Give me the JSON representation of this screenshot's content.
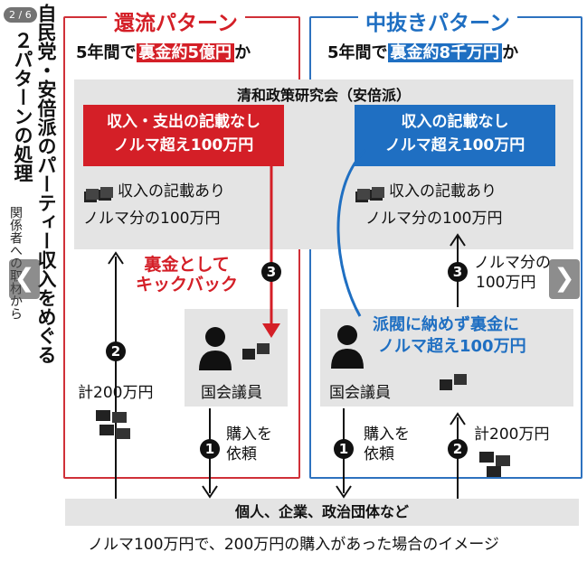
{
  "viewer": {
    "counter": "2 / 6",
    "prev": "❮",
    "next": "❯"
  },
  "title": {
    "line1": "自民党・安倍派のパーティー収入をめぐる",
    "line2": "２パターンの処理",
    "credit": "関係者への取材から"
  },
  "left": {
    "heading": "還流パターン",
    "summary_pre": "5年間で",
    "summary_hl": "裏金約5億円",
    "summary_post": "か",
    "box_line1": "収入・支出の記載なし",
    "box_line2": "ノルマ超え100万円",
    "note_line1": "収入の記載あり",
    "note_line2": "ノルマ分の100万円",
    "kickback_line1": "裏金として",
    "kickback_line2": "キックバック",
    "step3": "3",
    "step2": "2",
    "step1": "1",
    "total": "計200万円",
    "member": "国会議員",
    "request_line1": "購入を",
    "request_line2": "依頼"
  },
  "right": {
    "heading": "中抜きパターン",
    "summary_pre": "5年間で",
    "summary_hl": "裏金約8千万円",
    "summary_post": "か",
    "box_line1": "収入の記載なし",
    "box_line2": "ノルマ超え100万円",
    "note_line1": "収入の記載あり",
    "note_line2": "ノルマ分の100万円",
    "step3_line1": "ノルマ分の",
    "step3_line2": "100万円",
    "faction_line1": "派閥に納めず裏金に",
    "faction_line2": "ノルマ超え100万円",
    "step3": "3",
    "step2": "2",
    "step1": "1",
    "total": "計200万円",
    "member": "国会議員",
    "request_line1": "購入を",
    "request_line2": "依頼"
  },
  "org": "清和政策研究会（安倍派）",
  "buyers": "個人、企業、政治団体など",
  "caption": "ノルマ100万円で、200万円の購入があった場合のイメージ",
  "colors": {
    "red": "#d41f27",
    "blue": "#1f6fc2",
    "gray": "#e4e4e4"
  },
  "icons": [
    "money-stack-icon",
    "person-silhouette-icon"
  ]
}
